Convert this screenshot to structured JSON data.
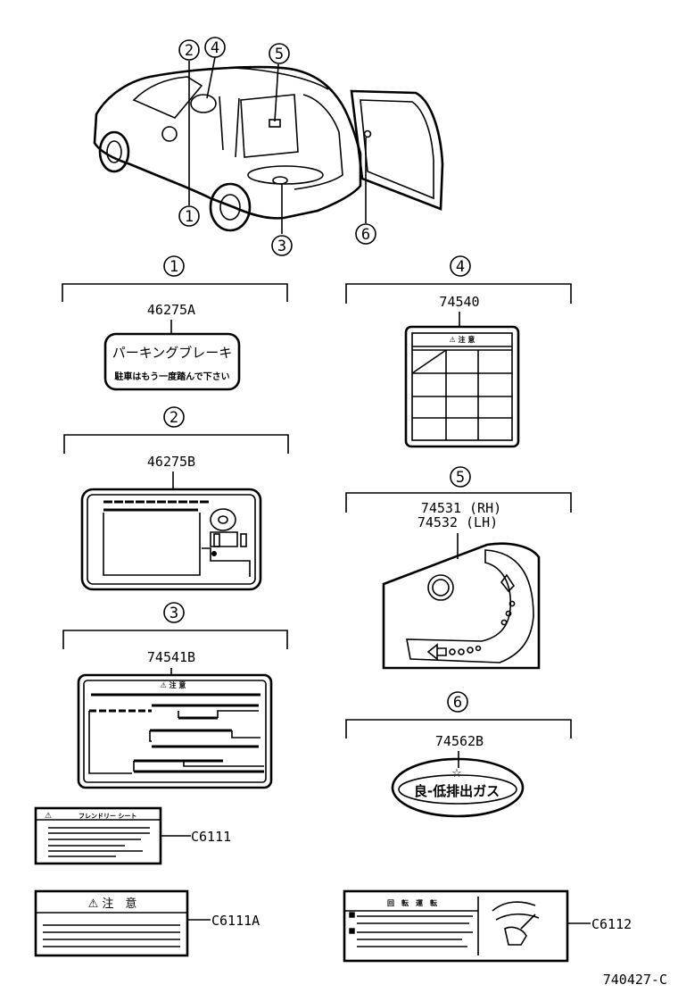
{
  "callouts": {
    "c1": "1",
    "c2": "2",
    "c3": "3",
    "c4": "4",
    "c5": "5",
    "c6": "6"
  },
  "parts": {
    "p1": "46275A",
    "p2": "46275B",
    "p3": "74541B",
    "p4": "74540",
    "p5_rh": "74531 (RH)",
    "p5_lh": "74532 (LH)",
    "p6": "74562B",
    "c6111": "C6111",
    "c6111a": "C6111A",
    "c6112": "C6112"
  },
  "labels": {
    "parking_brake_title": "パーキングブレーキ",
    "parking_brake_sub": "駐車はもう一度踏んで下さい",
    "low_emission": "良-低排出ガス",
    "caution": "⚠ 注　意",
    "warning_small": "⚠ 注 意",
    "friendly_seat": "フレンドリー シート",
    "c6112_title": "回　転　運　転"
  },
  "footer": {
    "code": "740427-C"
  }
}
